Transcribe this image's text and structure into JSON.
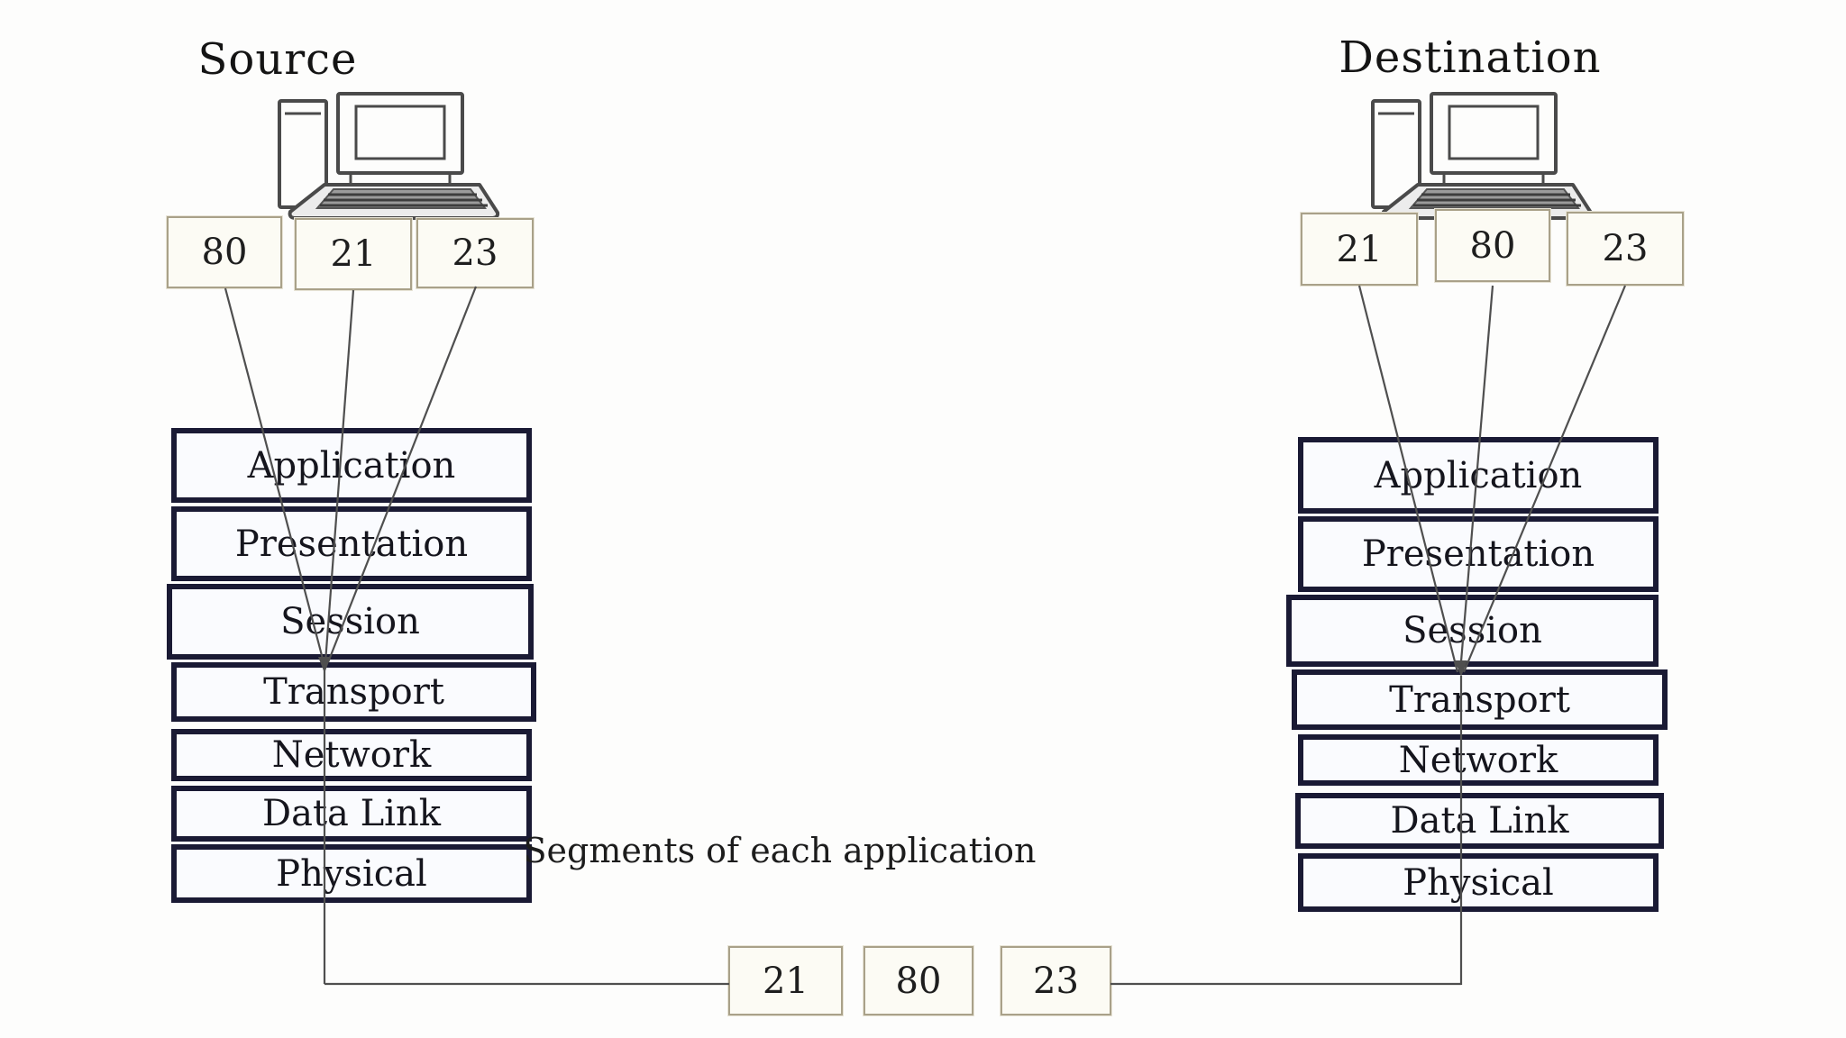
{
  "source": {
    "title": "Source",
    "ports": [
      "80",
      "21",
      "23"
    ],
    "layers": [
      "Application",
      "Presentation",
      "Session",
      "Transport",
      "Network",
      "Data Link",
      "Physical"
    ]
  },
  "destination": {
    "title": "Destination",
    "ports": [
      "21",
      "80",
      "23"
    ],
    "layers": [
      "Application",
      "Presentation",
      "Session",
      "Transport",
      "Network",
      "Data Link",
      "Physical"
    ]
  },
  "segments": {
    "caption": "Segments of each application",
    "ports": [
      "21",
      "80",
      "23"
    ]
  },
  "icons": {
    "source": "desktop-computer-icon",
    "destination": "desktop-computer-icon"
  },
  "colors": {
    "layer_border": "#1a1a34",
    "layer_fill": "#fafbfe",
    "port_border": "#a9a189",
    "port_fill": "#fcfbf4",
    "wire": "#4f4f4f",
    "text": "#1a1a1a",
    "background": "#fdfdfc"
  }
}
